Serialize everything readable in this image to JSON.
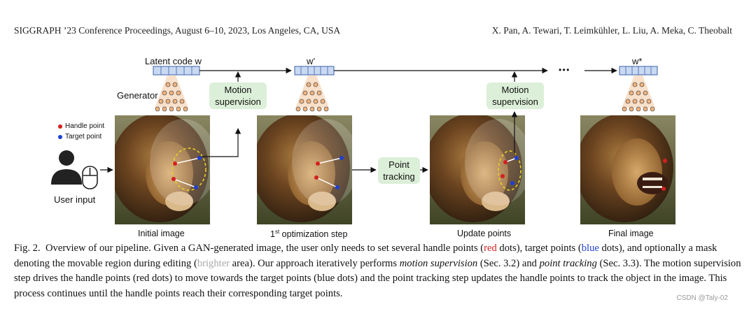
{
  "header": {
    "left": "SIGGRAPH ’23 Conference Proceedings, August 6–10, 2023, Los Angeles, CA, USA",
    "right": "X. Pan, A. Tewari, T. Leimkühler, L. Liu, A. Meka, C. Theobalt"
  },
  "figure": {
    "latent_code_label": "Latent code w",
    "w_prime_label": "w’",
    "w_star_label": "w*",
    "ellipsis": "• • •",
    "generator_label": "Generator",
    "motion_supervision_1": "Motion supervision",
    "motion_supervision_2": "Motion supervision",
    "point_tracking": "Point tracking",
    "legend_handle": "Handle point",
    "legend_target": "Target point",
    "user_input": "User input",
    "panel_labels": {
      "initial": "Initial image",
      "opt_prefix": "1",
      "opt_sup": "st",
      "opt_suffix": " optimization step",
      "update": "Update points",
      "final": "Final image"
    },
    "colors": {
      "box_fill": "#dcefd8",
      "handle": "#d42020",
      "target": "#1e3fd0",
      "mask": "#e8d020",
      "latent": "#c9d9f2",
      "neuron": "#f3b27a"
    }
  },
  "caption": {
    "fig_no": "Fig. 2.",
    "t1": "Overview of our pipeline. Given a GAN-generated image, the user only needs to set several handle points (",
    "red": "red",
    "t2": " dots), target points (",
    "blue": "blue",
    "t3": " dots), and optionally a mask denoting the movable region during editing (",
    "brighter": "brighter",
    "t4": " area). Our approach iteratively performs ",
    "ms": "motion supervision",
    "t5": " (Sec. 3.2) and ",
    "pt": "point tracking",
    "t6": " (Sec. 3.3). The motion supervision step drives the handle points (red dots) to move towards the target points (blue dots) and the point tracking step updates the handle points to track the object in the image. This process continues until the handle points reach their corresponding target points."
  },
  "watermark": "CSDN @Taly-02"
}
